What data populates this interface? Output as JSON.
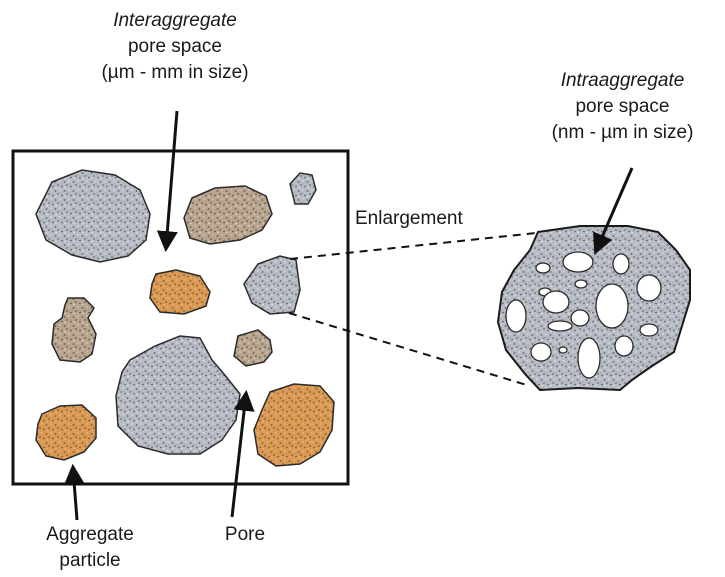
{
  "labels": {
    "interaggregate_title": "Interaggregate",
    "interaggregate_line2": "pore space",
    "interaggregate_line3": "(µm - mm in size)",
    "intraaggregate_title": "Intraaggregate",
    "intraaggregate_line2": "pore space",
    "intraaggregate_line3": "(nm - µm in size)",
    "enlargement": "Enlargement",
    "aggregate_line1": "Aggregate",
    "aggregate_line2": "particle",
    "pore": "Pore"
  },
  "colors": {
    "gray_aggregate": "#b5b9c2",
    "gray_speckle": "#6f737b",
    "tan_aggregate": "#b6a18e",
    "tan_speckle": "#6e5a49",
    "orange_aggregate": "#d79852",
    "orange_speckle": "#8a5524",
    "outline": "#2b2b2b",
    "pore_fill": "#ffffff"
  }
}
